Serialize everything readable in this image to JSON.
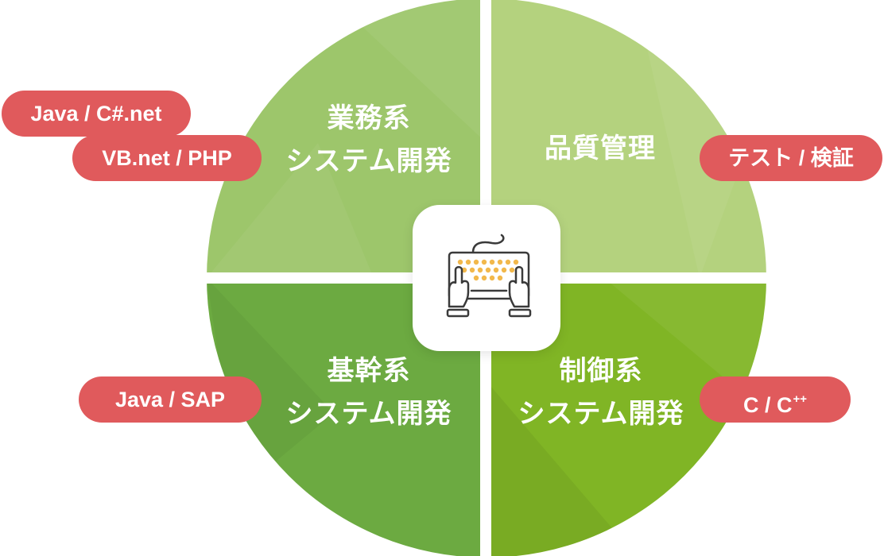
{
  "quadrants": [
    {
      "id": "business",
      "line1": "業務系",
      "line2": "システム開発",
      "color": "#9dc66b"
    },
    {
      "id": "quality",
      "line1": "品質管理",
      "line2": "",
      "color": "#b4d27e"
    },
    {
      "id": "core",
      "line1": "基幹系",
      "line2": "システム開発",
      "color": "#6caa41"
    },
    {
      "id": "control",
      "line1": "制御系",
      "line2": "システム開発",
      "color": "#80b525"
    }
  ],
  "tags": {
    "java_csharp": "Java / C#.net",
    "vb_php": "VB.net / PHP",
    "test": "テスト / 検証",
    "java_sap": "Java / SAP",
    "c_cpp_base": "C / C",
    "c_cpp_sup": "++"
  },
  "icons": {
    "center": "keyboard-typing-hands-icon"
  },
  "colors": {
    "tag_background": "#e05a5c",
    "icon_stroke": "#3a3a3a",
    "icon_keys": "#f2b84b"
  }
}
